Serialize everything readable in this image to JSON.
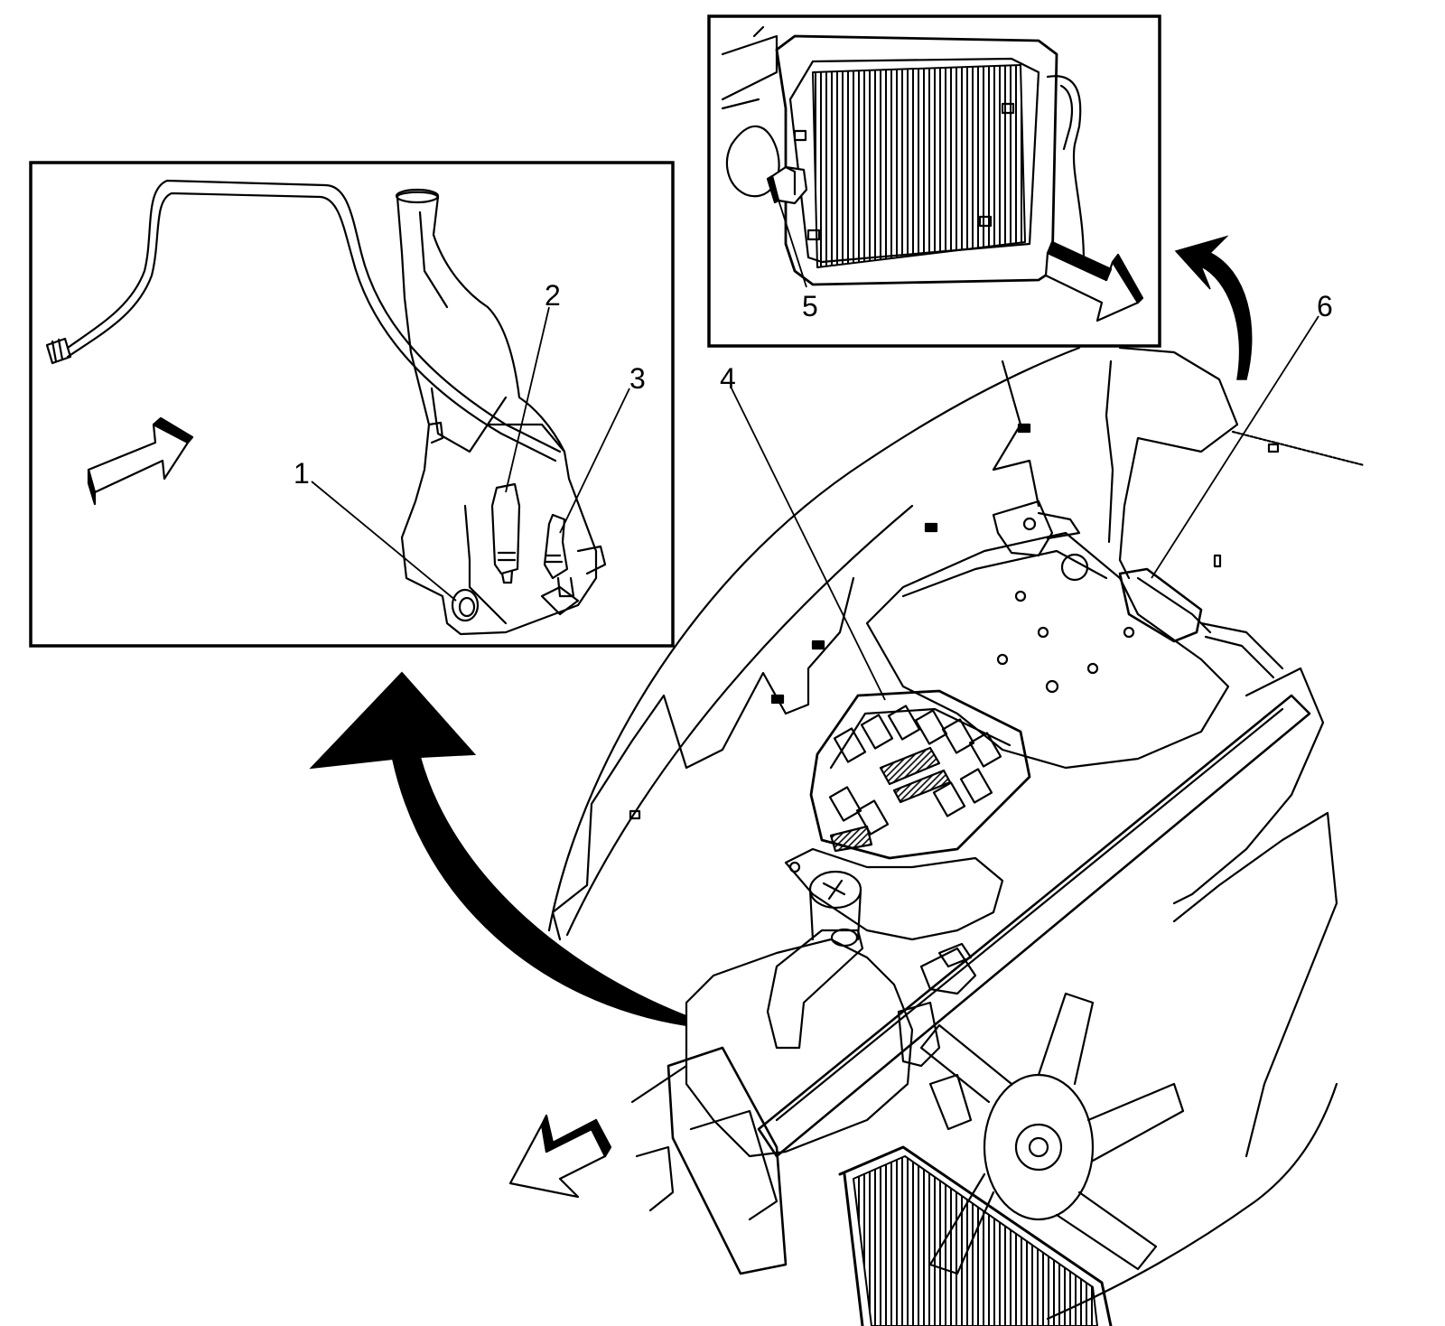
{
  "callouts": {
    "c1": "1",
    "c2": "2",
    "c3": "3",
    "c4": "4",
    "c5": "5",
    "c6": "6"
  },
  "colors": {
    "line": "#000000",
    "background": "#ffffff",
    "fill_dark": "#000000"
  }
}
